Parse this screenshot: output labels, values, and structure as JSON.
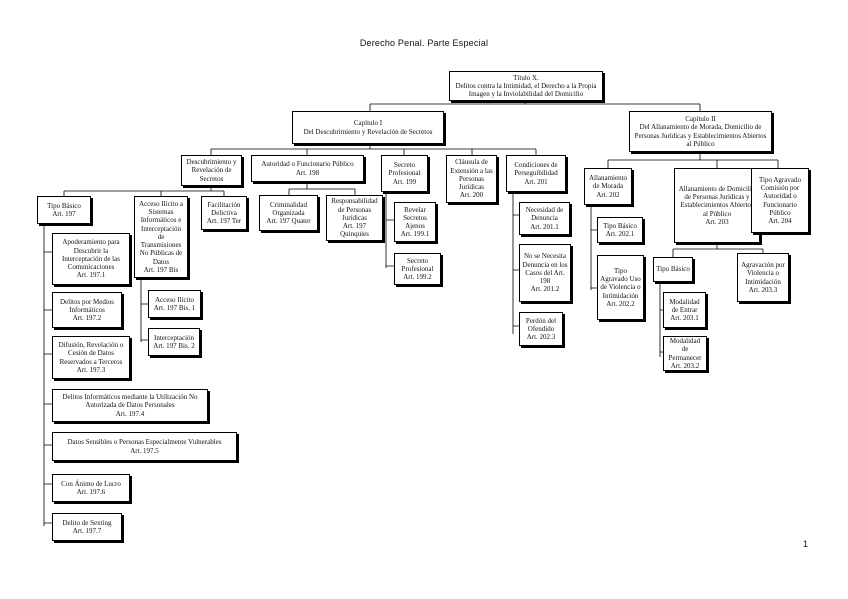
{
  "page": {
    "title": "Derecho Penal. Parte Especial",
    "page_number": "1"
  },
  "nodes": {
    "t10": {
      "label": "Título X.",
      "art": "Delitos contra la Intimidad, el Derecho a la Propia Imagen y la Inviolabilidad del Domicilio"
    },
    "c1": {
      "label": "Capítulo I",
      "art": "Del Descubrimiento y Revelación de Secretos"
    },
    "c2": {
      "label": "Capítulo II",
      "art": "Del Allanamiento de Morada, Domicilio de Personas Jurídicas y Establecimientos Abiertos al Público"
    },
    "drs": {
      "label": "Descubrimiento y Revelación de Secretos",
      "art": ""
    },
    "afp": {
      "label": "Autoridad o Funcionario Público",
      "art": "Art. 198"
    },
    "sp": {
      "label": "Secreto Profesional",
      "art": "Art. 199"
    },
    "cext": {
      "label": "Cláusula de Extensión a las Personas Jurídicas",
      "art": "Art. 200"
    },
    "cper": {
      "label": "Condiciones de Perseguibilidad",
      "art": "Art. 201"
    },
    "tb197": {
      "label": "Tipo Básico",
      "art": "Art. 197"
    },
    "ai": {
      "label": "Acceso Ilícito a Sistemas Informáticos e Interceptación de Transmisiones No Públicas de Datos",
      "art": "Art. 197 Bis"
    },
    "fd": {
      "label": "Facilitación Delictiva",
      "art": "Art. 197 Ter"
    },
    "co": {
      "label": "Criminalidad Organizada",
      "art": "Art. 197 Quater"
    },
    "rpj": {
      "label": "Responsabilidad de Personas Jurídicas",
      "art": "Art. 197 Quinquies"
    },
    "rsa": {
      "label": "Revelar Secretos Ajenos",
      "art": "Art. 199.1"
    },
    "spr": {
      "label": "Secreto Profesional",
      "art": "Art. 199.2"
    },
    "nd": {
      "label": "Necesidad de Denuncia",
      "art": "Art. 201.1"
    },
    "nnd": {
      "label": "No se Necesita Denuncia en los Casos del Art. 198",
      "art": "Art. 201.2"
    },
    "po": {
      "label": "Perdón del Ofendido",
      "art": "Art. 202.3"
    },
    "am": {
      "label": "Allanamiento de Morada",
      "art": "Art. 202"
    },
    "adp": {
      "label": "Allanamiento de Domicilio de Personas Jurídicas y Establecimientos Abiertos al Público",
      "art": "Art. 203"
    },
    "ta": {
      "label": "Tipo Agravado Comisión por Autoridad o Funcionario Público",
      "art": "Art. 204"
    },
    "tb2021": {
      "label": "Tipo Básico",
      "art": "Art. 202.1"
    },
    "tav": {
      "label": "Tipo Agravado Uso de Violencia o Intimidación",
      "art": "Art. 202.2"
    },
    "tb203": {
      "label": "Tipo Básico",
      "art": ""
    },
    "avi": {
      "label": "Agravación por Violencia o Intimidación",
      "art": "Art. 203.3"
    },
    "me": {
      "label": "Modalidad de Entrar",
      "art": "Art. 203.1"
    },
    "mp": {
      "label": "Modalidad de Permanecer",
      "art": "Art. 203.2"
    },
    "adc": {
      "label": "Apoderamiento para Descubrir la Interceptación de las Comunicaciones",
      "art": "Art. 197.1"
    },
    "dmi": {
      "label": "Delitos por Medios Informáticos",
      "art": "Art. 197.2"
    },
    "drc": {
      "label": "Difusión, Revelación o Cesión de Datos Reservados a Terceros",
      "art": "Art. 197.3"
    },
    "dinau": {
      "label": "Delitos Informáticos mediante la Utilización No Autorizada de Datos Personales",
      "art": "Art. 197.4"
    },
    "dsv": {
      "label": "Datos Sensibles o Personas Especialmente Vulnerables",
      "art": "Art. 197.5"
    },
    "cal": {
      "label": "Con Ánimo de Lucro",
      "art": "Art. 197.6"
    },
    "dsx": {
      "label": "Delito de Sexting",
      "art": "Art. 197.7"
    },
    "ai1": {
      "label": "Acceso Ilícito",
      "art": "Art. 197 Bis. 1"
    },
    "int": {
      "label": "Interceptación",
      "art": "Art. 197 Bis. 2"
    }
  }
}
